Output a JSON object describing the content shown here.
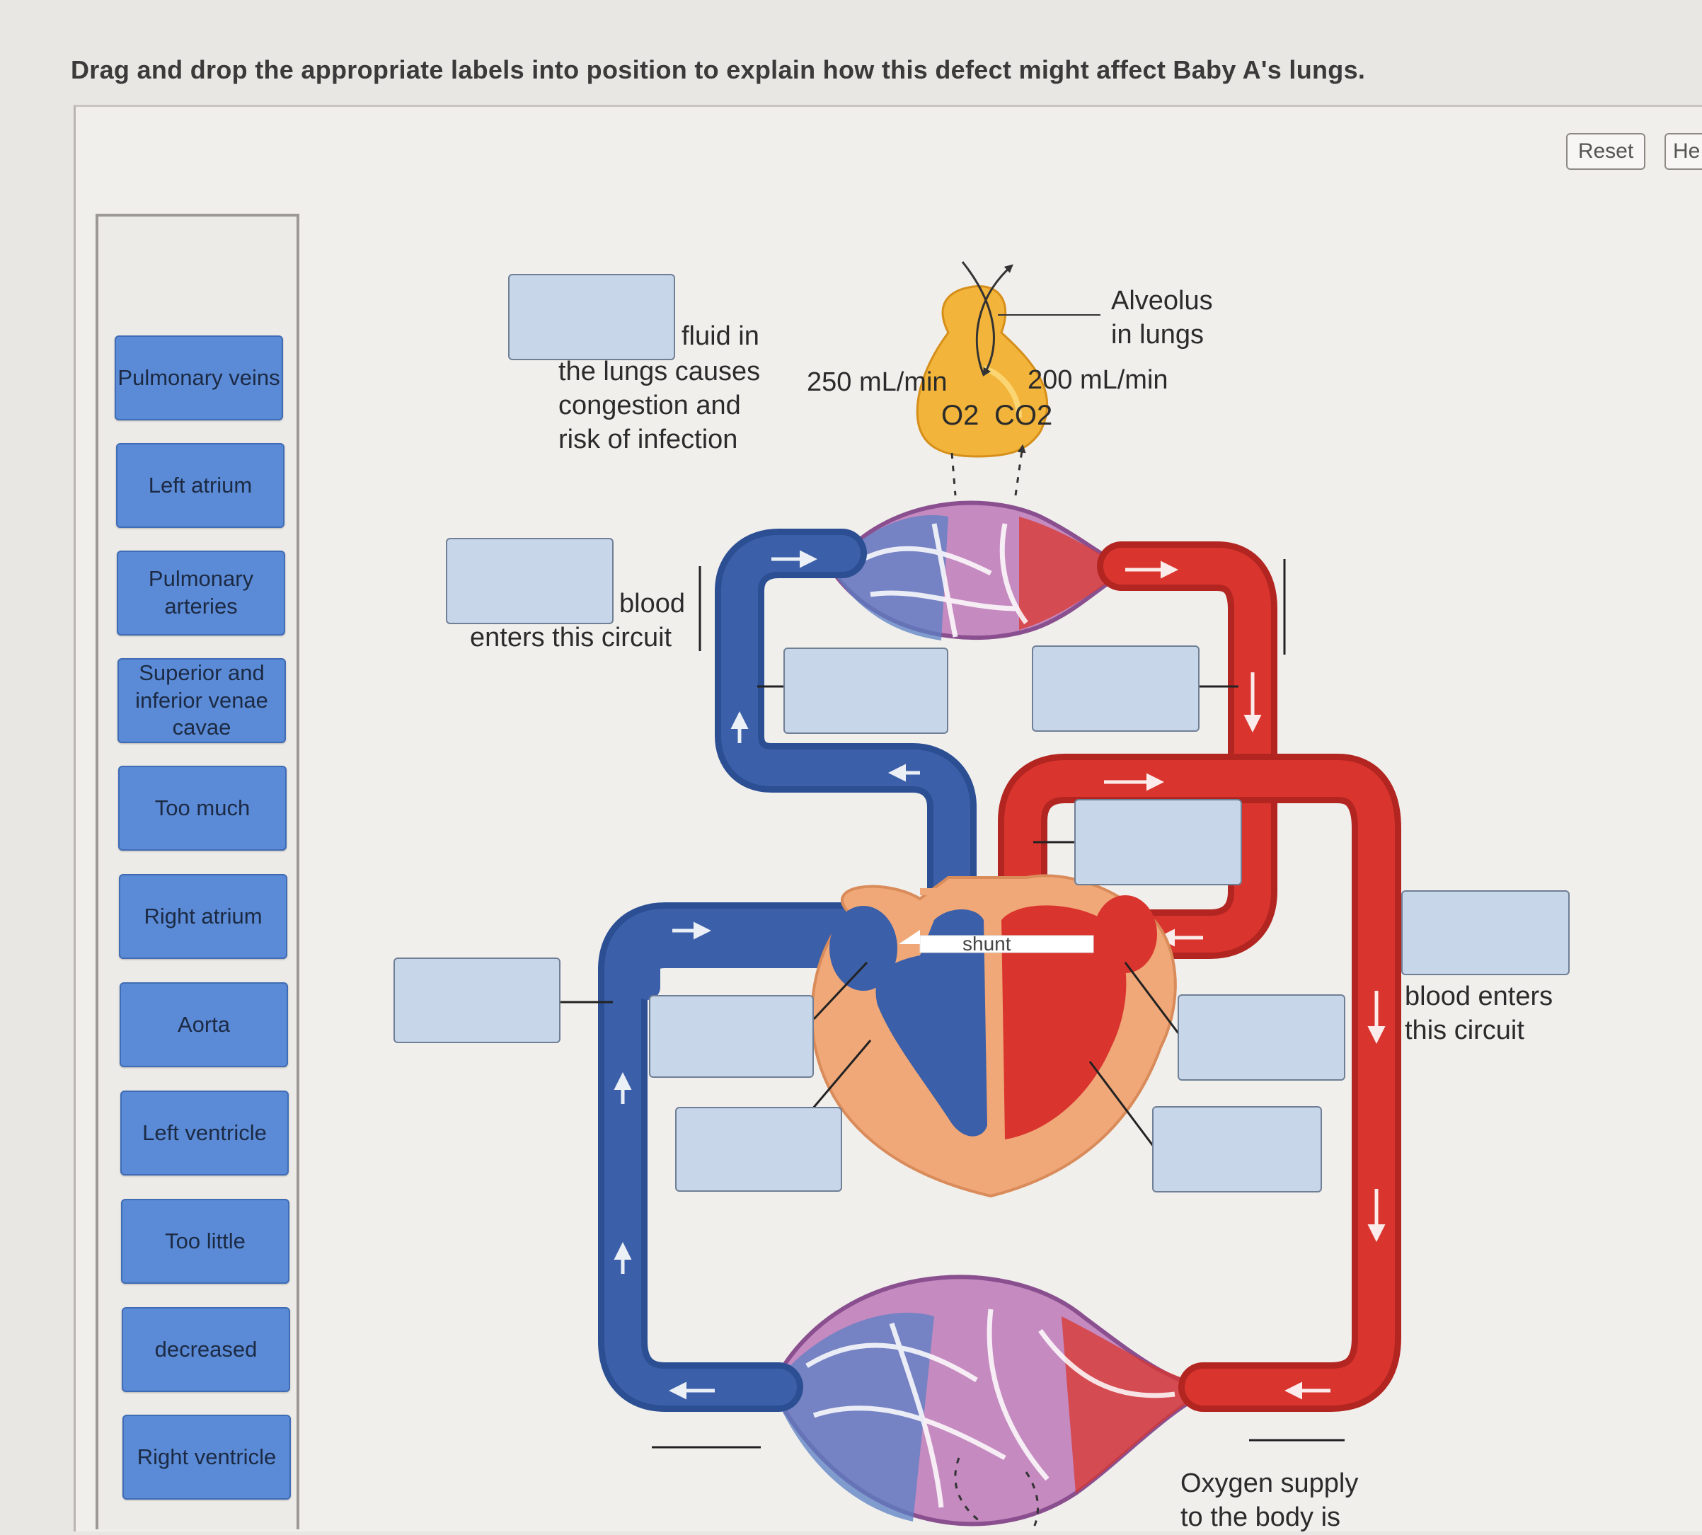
{
  "instruction": "Drag and drop the appropriate labels into position to explain how this defect might affect Baby A's lungs.",
  "toolbar": {
    "reset_label": "Reset",
    "help_label": "He"
  },
  "label_bank": [
    "Pulmonary veins",
    "Left atrium",
    "Pulmonary arteries",
    "Superior and inferior venae cavae",
    "Too much",
    "Right atrium",
    "Aorta",
    "Left ventricle",
    "Too little",
    "decreased",
    "Right ventricle"
  ],
  "diagram": {
    "fluid_text_first": "fluid in",
    "fluid_text_rest": [
      "the lungs causes",
      "congestion and",
      "risk of infection"
    ],
    "blood_text_first": "blood",
    "blood_text_second": "enters this circuit",
    "alveolus_label": [
      "Alveolus",
      "in lungs"
    ],
    "flow_o2": "250 mL/min",
    "flow_co2": "200 mL/min",
    "gas_o2": "O2",
    "gas_co2": "CO2",
    "shunt_label": "shunt",
    "systemic_blood_text": [
      "blood enters",
      "this circuit"
    ],
    "oxygen_supply_text": [
      "Oxygen supply",
      "to the body is"
    ]
  },
  "colors": {
    "oxygenated": "#d9352e",
    "deoxygenated": "#3b5fa8",
    "heart_wall": "#f0a878",
    "capillary": "#c58ac0",
    "alveolus": "#f2b43a",
    "tile": "#5b8bd6",
    "drop_target": "#c8d6ea"
  }
}
